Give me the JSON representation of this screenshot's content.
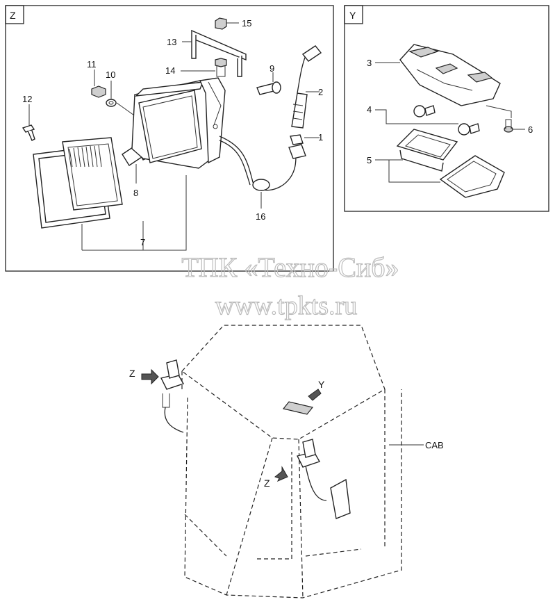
{
  "panels": {
    "z": {
      "label": "Z"
    },
    "y": {
      "label": "Y"
    }
  },
  "callouts": {
    "p1": "1",
    "p2": "2",
    "p3": "3",
    "p4": "4",
    "p5": "5",
    "p6": "6",
    "p7": "7",
    "p8": "8",
    "p9": "9",
    "p10": "10",
    "p11": "11",
    "p12": "12",
    "p13": "13",
    "p14": "14",
    "p15": "15",
    "p16": "16"
  },
  "cab": {
    "label": "CAB",
    "view_z_1": "Z",
    "view_z_2": "Z",
    "view_y": "Y"
  },
  "watermark": {
    "line1": "ТПК «Техно-Сиб»",
    "line2": "www.tpkts.ru"
  }
}
